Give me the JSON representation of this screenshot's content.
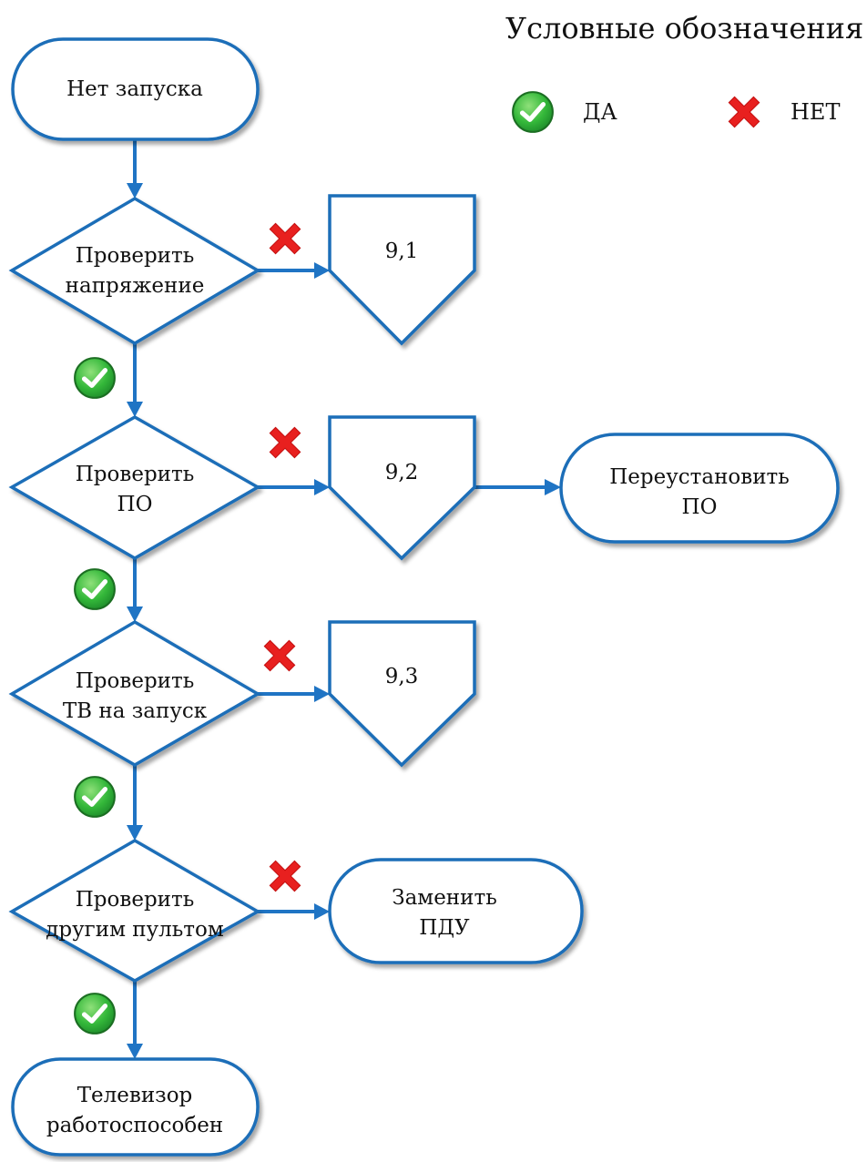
{
  "legend": {
    "title": "Условные обозначения",
    "yes_label": "ДА",
    "no_label": "НЕТ",
    "yes_icon": "green-check-icon",
    "no_icon": "red-cross-icon"
  },
  "nodes": {
    "start": {
      "line1": "Нет запуска"
    },
    "decision_voltage": {
      "line1": "Проверить",
      "line2": "напряжение"
    },
    "ref_9_1": {
      "line1": "9,1"
    },
    "decision_software": {
      "line1": "Проверить",
      "line2": "ПО"
    },
    "ref_9_2": {
      "line1": "9,2"
    },
    "reinstall_software": {
      "line1": "Переустановить",
      "line2": "ПО"
    },
    "decision_tv_start": {
      "line1": "Проверить",
      "line2": "ТВ на запуск"
    },
    "ref_9_3": {
      "line1": "9,3"
    },
    "decision_remote": {
      "line1": "Проверить",
      "line2": "другим пультом"
    },
    "replace_remote": {
      "line1": "Заменить",
      "line2": "ПДУ"
    },
    "end": {
      "line1": "Телевизор",
      "line2": "работоспособен"
    }
  },
  "colors": {
    "shape_stroke": "#1d6eb8",
    "arrow": "#1f74c4",
    "yes_fill": "#2fae3a",
    "no_fill": "#e8201f"
  }
}
